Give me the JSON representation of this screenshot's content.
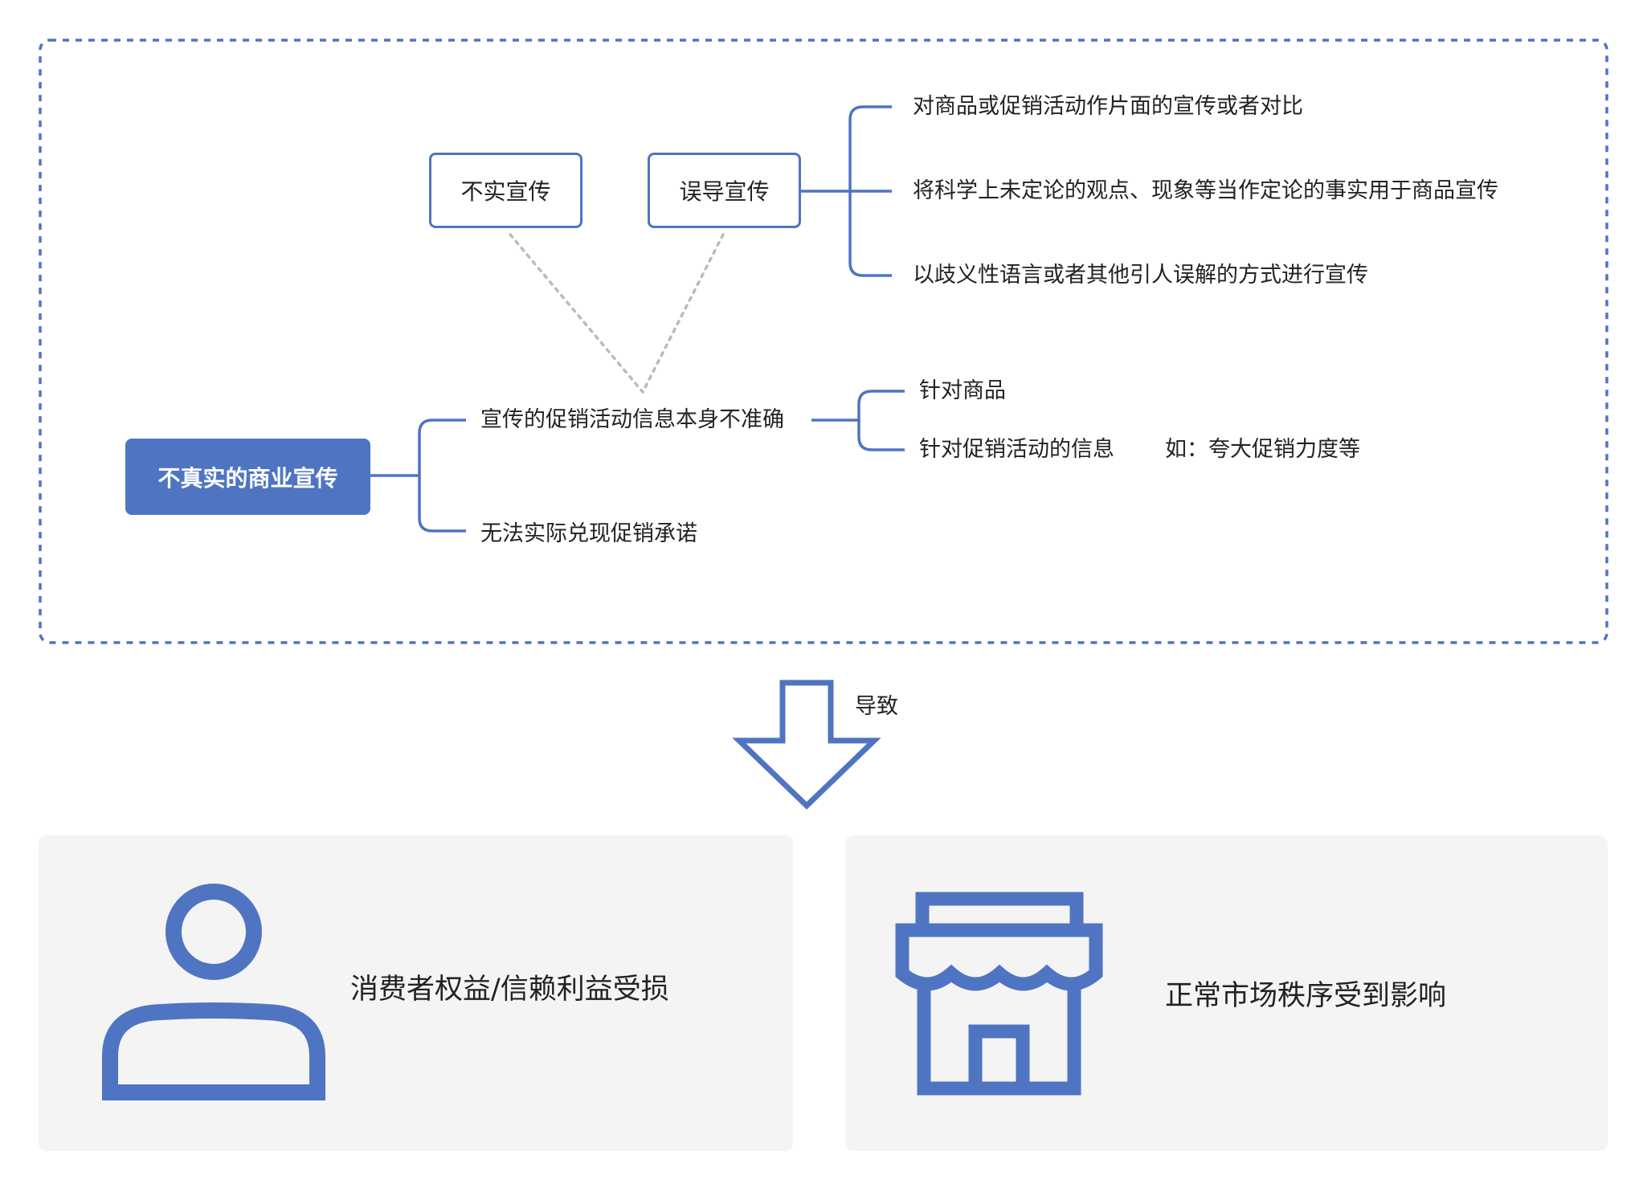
{
  "diagram": {
    "root": "不真实的商业宣传",
    "types": [
      "不实宣传",
      "误导宣传"
    ],
    "misleading_items": [
      "对商品或促销活动作片面的宣传或者对比",
      "将科学上未定论的观点、现象等当作定论的事实用于商品宣传",
      "以歧义性语言或者其他引人误解的方式进行宣传"
    ],
    "branches": [
      "宣传的促销活动信息本身不准确",
      "无法实际兑现促销承诺"
    ],
    "sub_items": [
      "针对商品",
      "针对促销活动的信息"
    ],
    "example": "如：夸大促销力度等",
    "arrow_label": "导致",
    "results": [
      "消费者权益/信赖利益受损",
      "正常市场秩序受到影响"
    ],
    "colors": {
      "accent": "#4f74c2",
      "panel": "#f4f4f5",
      "dotted": "#bbbbbb"
    },
    "icons": [
      "person-icon",
      "store-icon",
      "down-arrow-icon"
    ]
  }
}
